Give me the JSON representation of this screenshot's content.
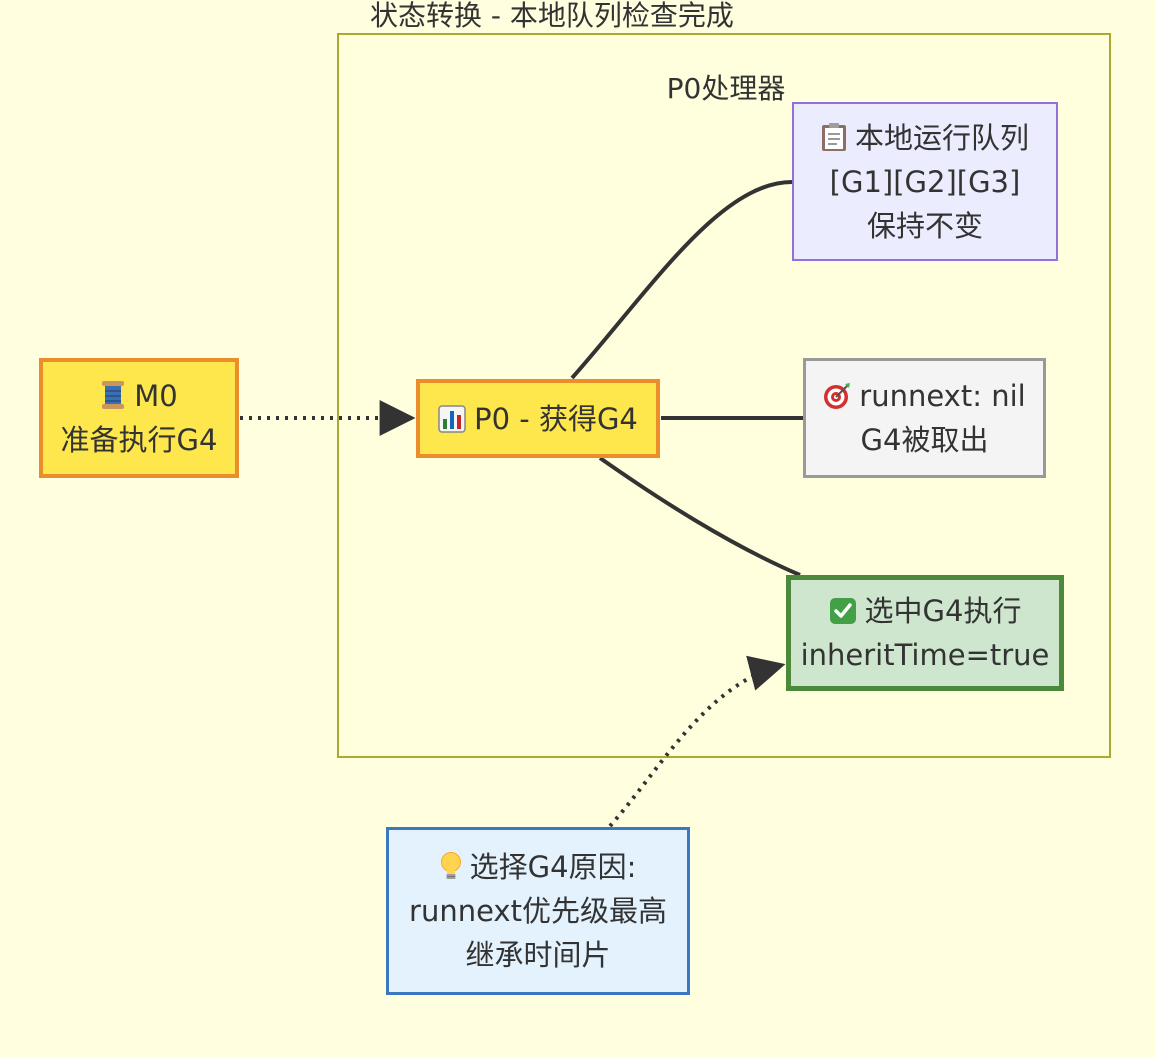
{
  "diagram": {
    "title": "状态转换 - 本地队列检查完成",
    "cluster": {
      "label": "P0处理器"
    },
    "nodes": {
      "m0": {
        "icon": "spool-icon",
        "lines": [
          "M0",
          "准备执行G4"
        ]
      },
      "p0": {
        "icon": "bar-chart-icon",
        "lines": [
          "P0 - 获得G4"
        ]
      },
      "local_queue": {
        "icon": "clipboard-icon",
        "lines": [
          "本地运行队列",
          "[G1][G2][G3]",
          "保持不变"
        ]
      },
      "runnext": {
        "icon": "target-icon",
        "lines": [
          "runnext: nil",
          "G4被取出"
        ]
      },
      "selected": {
        "icon": "check-icon",
        "lines": [
          "选中G4执行",
          "inheritTime=true"
        ]
      },
      "reason": {
        "icon": "lightbulb-icon",
        "lines": [
          "选择G4原因:",
          "runnext优先级最高",
          "继承时间片"
        ]
      }
    },
    "colors": {
      "background": "#ffffe0",
      "cluster_border": "#aaaa33",
      "yellow_fill": "#fde74c",
      "orange_border": "#e98e2b",
      "purple_fill": "#ececff",
      "purple_border": "#9370db",
      "gray_fill": "#f4f4f4",
      "gray_border": "#999999",
      "green_fill": "#cde6cd",
      "green_border": "#4a8a3a",
      "blue_fill": "#e3f2fd",
      "blue_border": "#3a79c0",
      "edge": "#333333"
    }
  }
}
